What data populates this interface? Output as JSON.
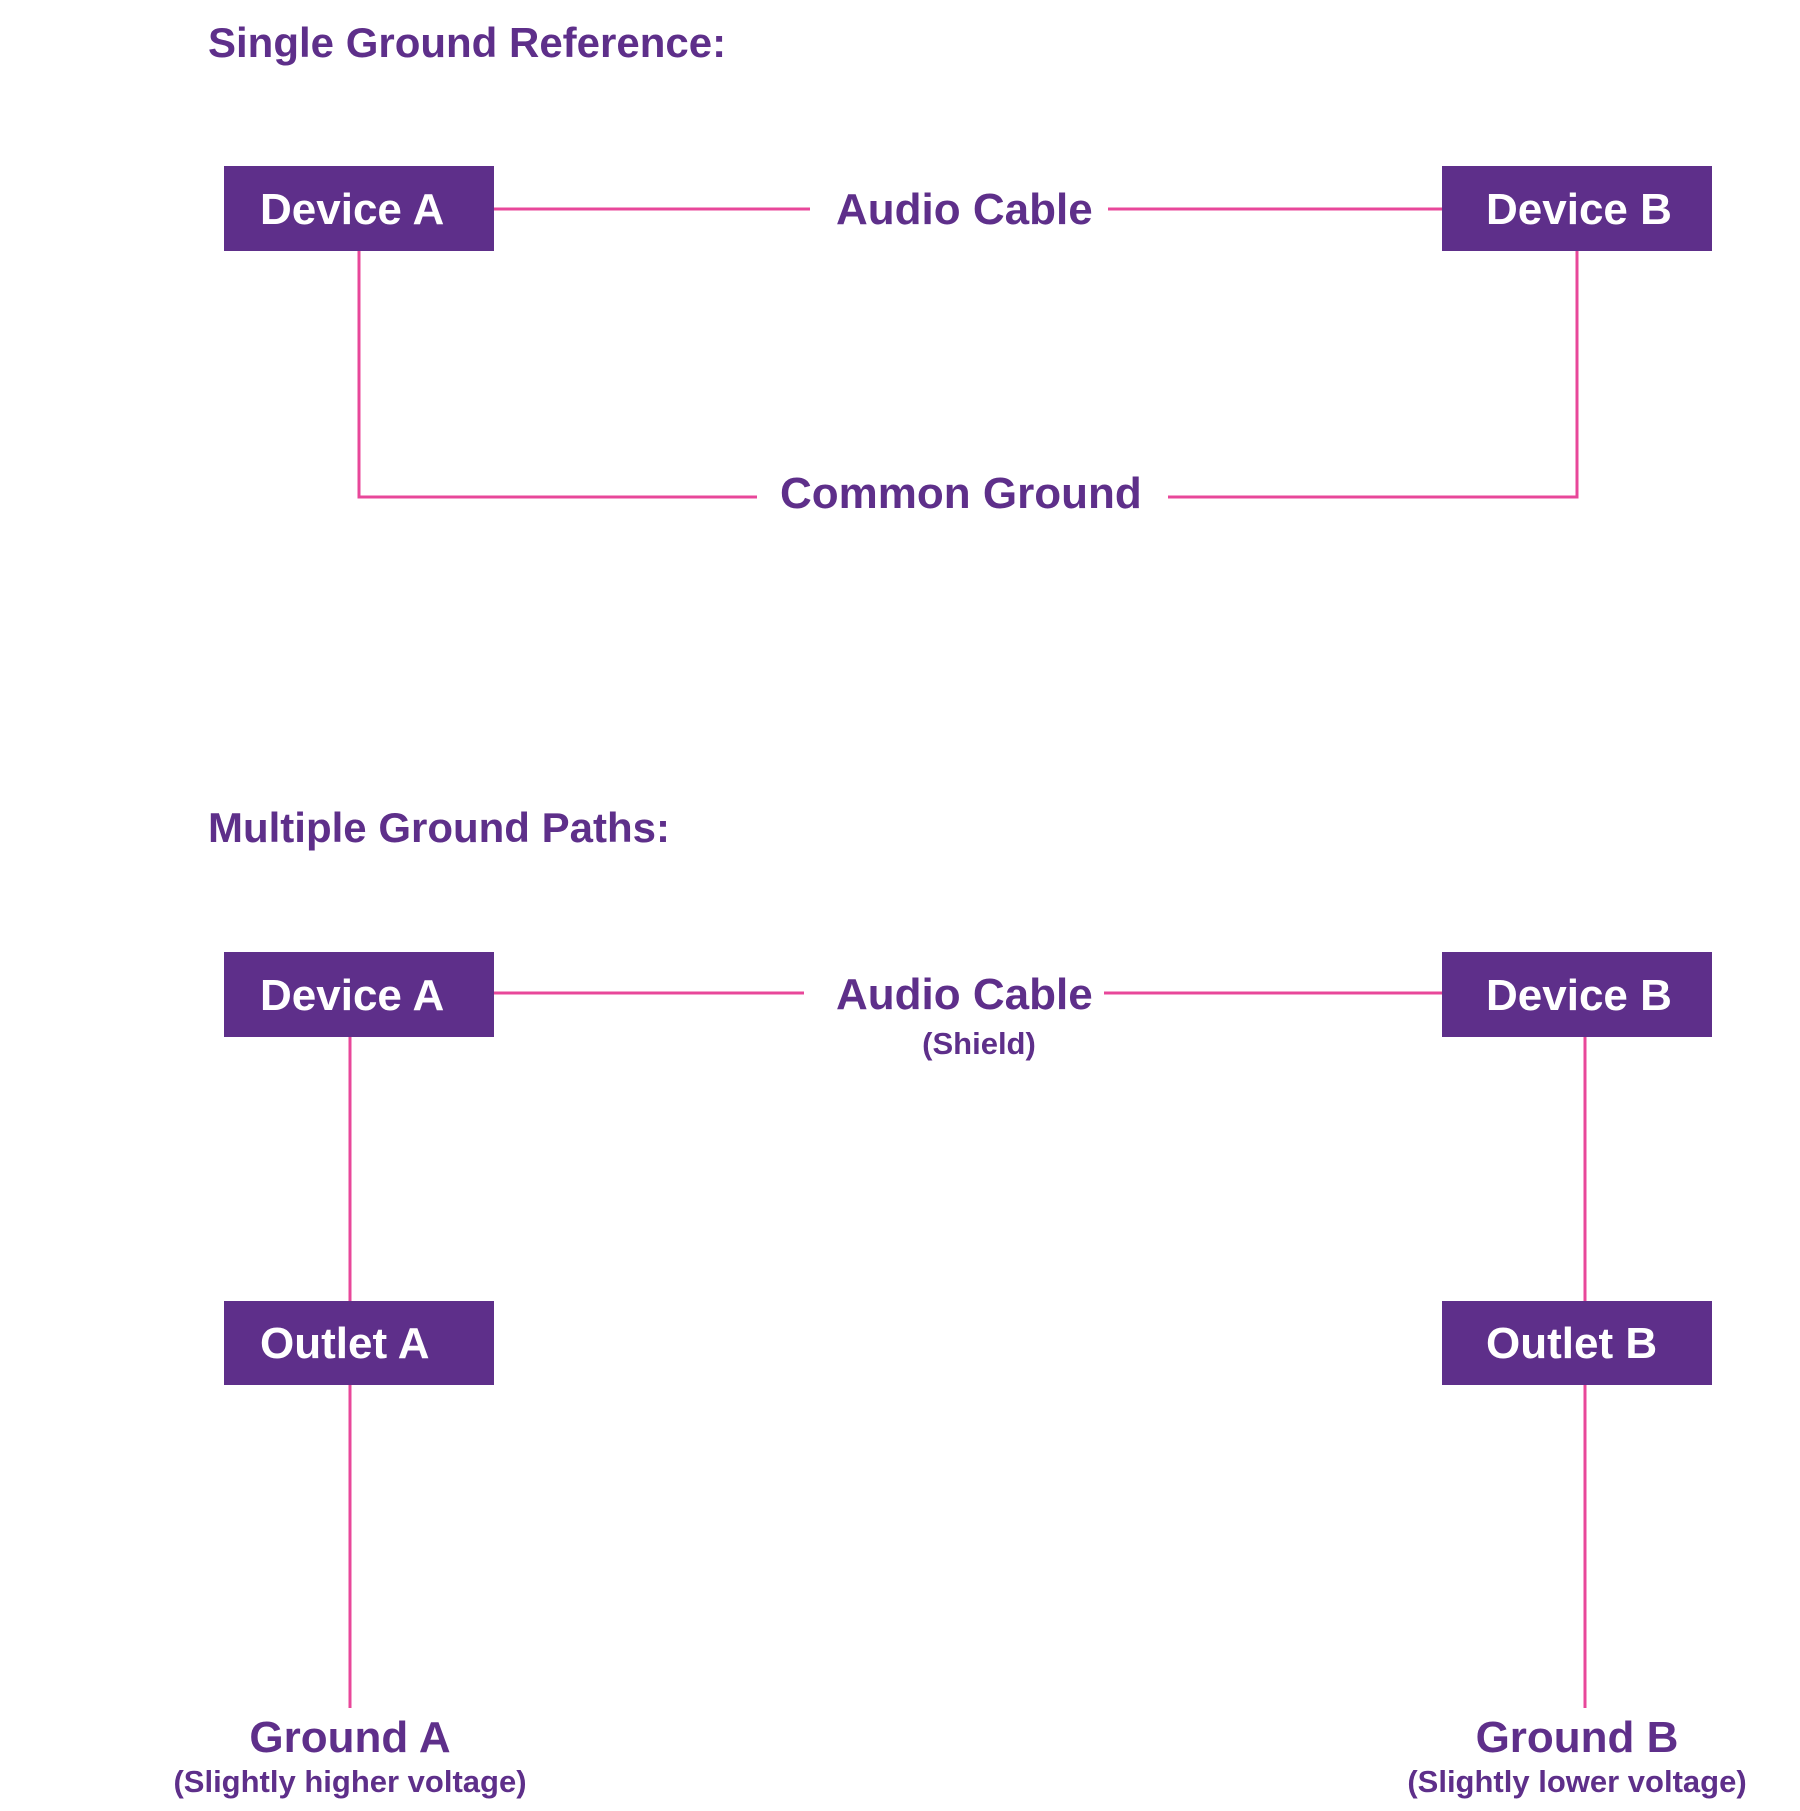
{
  "colors": {
    "primary": "#5e2f8a",
    "line": "#e8479a",
    "box_text": "#ffffff",
    "background": "#ffffff"
  },
  "single": {
    "title": "Single Ground Reference:",
    "device_a": "Device A",
    "device_b": "Device B",
    "cable_label": "Audio Cable",
    "ground_label": "Common Ground"
  },
  "multiple": {
    "title": "Multiple Ground Paths:",
    "device_a": "Device A",
    "device_b": "Device B",
    "cable_label": "Audio Cable",
    "cable_sublabel": "(Shield)",
    "outlet_a": "Outlet A",
    "outlet_b": "Outlet B",
    "ground_a": "Ground A",
    "ground_a_sub": "(Slightly higher voltage)",
    "ground_b": "Ground B",
    "ground_b_sub": "(Slightly lower voltage)"
  }
}
